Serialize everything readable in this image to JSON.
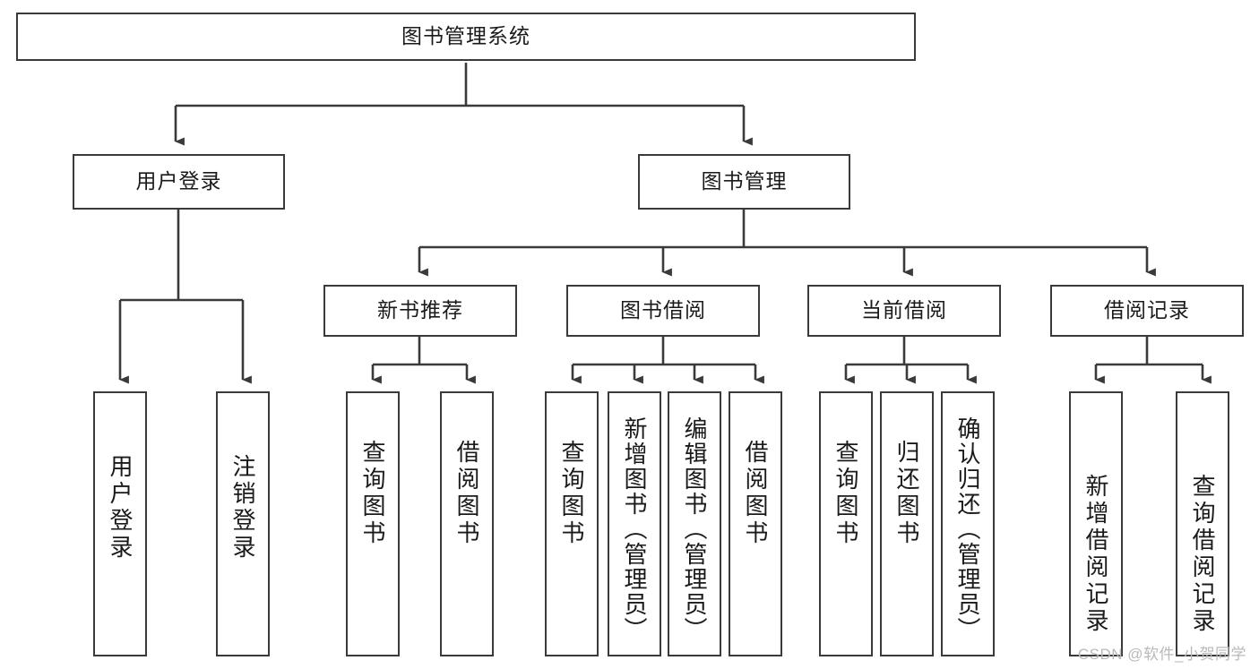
{
  "diagram": {
    "type": "tree-hierarchy-diagram",
    "title": "图书管理系统",
    "root": {
      "id": "root",
      "label": "图书管理系统"
    },
    "level2": [
      {
        "id": "user-login",
        "label": "用户登录"
      },
      {
        "id": "book-management",
        "label": "图书管理"
      }
    ],
    "level3": [
      {
        "id": "new-book-recommend",
        "label": "新书推荐",
        "parent": "book-management"
      },
      {
        "id": "book-borrow",
        "label": "图书借阅",
        "parent": "book-management"
      },
      {
        "id": "current-borrow",
        "label": "当前借阅",
        "parent": "book-management"
      },
      {
        "id": "borrow-record",
        "label": "借阅记录",
        "parent": "book-management"
      }
    ],
    "leaves": {
      "user-login": [
        {
          "id": "leaf-user-login",
          "label": "用户登录"
        },
        {
          "id": "leaf-user-logout",
          "label": "注销登录"
        }
      ],
      "new-book-recommend": [
        {
          "id": "leaf-query-book-1",
          "label": "查询图书"
        },
        {
          "id": "leaf-borrow-book-1",
          "label": "借阅图书"
        }
      ],
      "book-borrow": [
        {
          "id": "leaf-query-book-2",
          "label": "查询图书"
        },
        {
          "id": "leaf-add-book",
          "label": "新增图书（管理员）"
        },
        {
          "id": "leaf-edit-book",
          "label": "编辑图书（管理员）"
        },
        {
          "id": "leaf-borrow-book-2",
          "label": "借阅图书"
        }
      ],
      "current-borrow": [
        {
          "id": "leaf-query-book-3",
          "label": "查询图书"
        },
        {
          "id": "leaf-return-book",
          "label": "归还图书"
        },
        {
          "id": "leaf-confirm-return",
          "label": "确认归还（管理员）"
        }
      ],
      "borrow-record": [
        {
          "id": "leaf-add-record",
          "label": "新增借阅记录"
        },
        {
          "id": "leaf-query-record",
          "label": "查询借阅记录"
        }
      ]
    },
    "watermark": "CSDN @软件_小贺同学",
    "colors": {
      "stroke": "#3a3a3a",
      "fill": "#ffffff",
      "text": "#1a1a1a",
      "watermark": "#b9b9b9"
    }
  }
}
